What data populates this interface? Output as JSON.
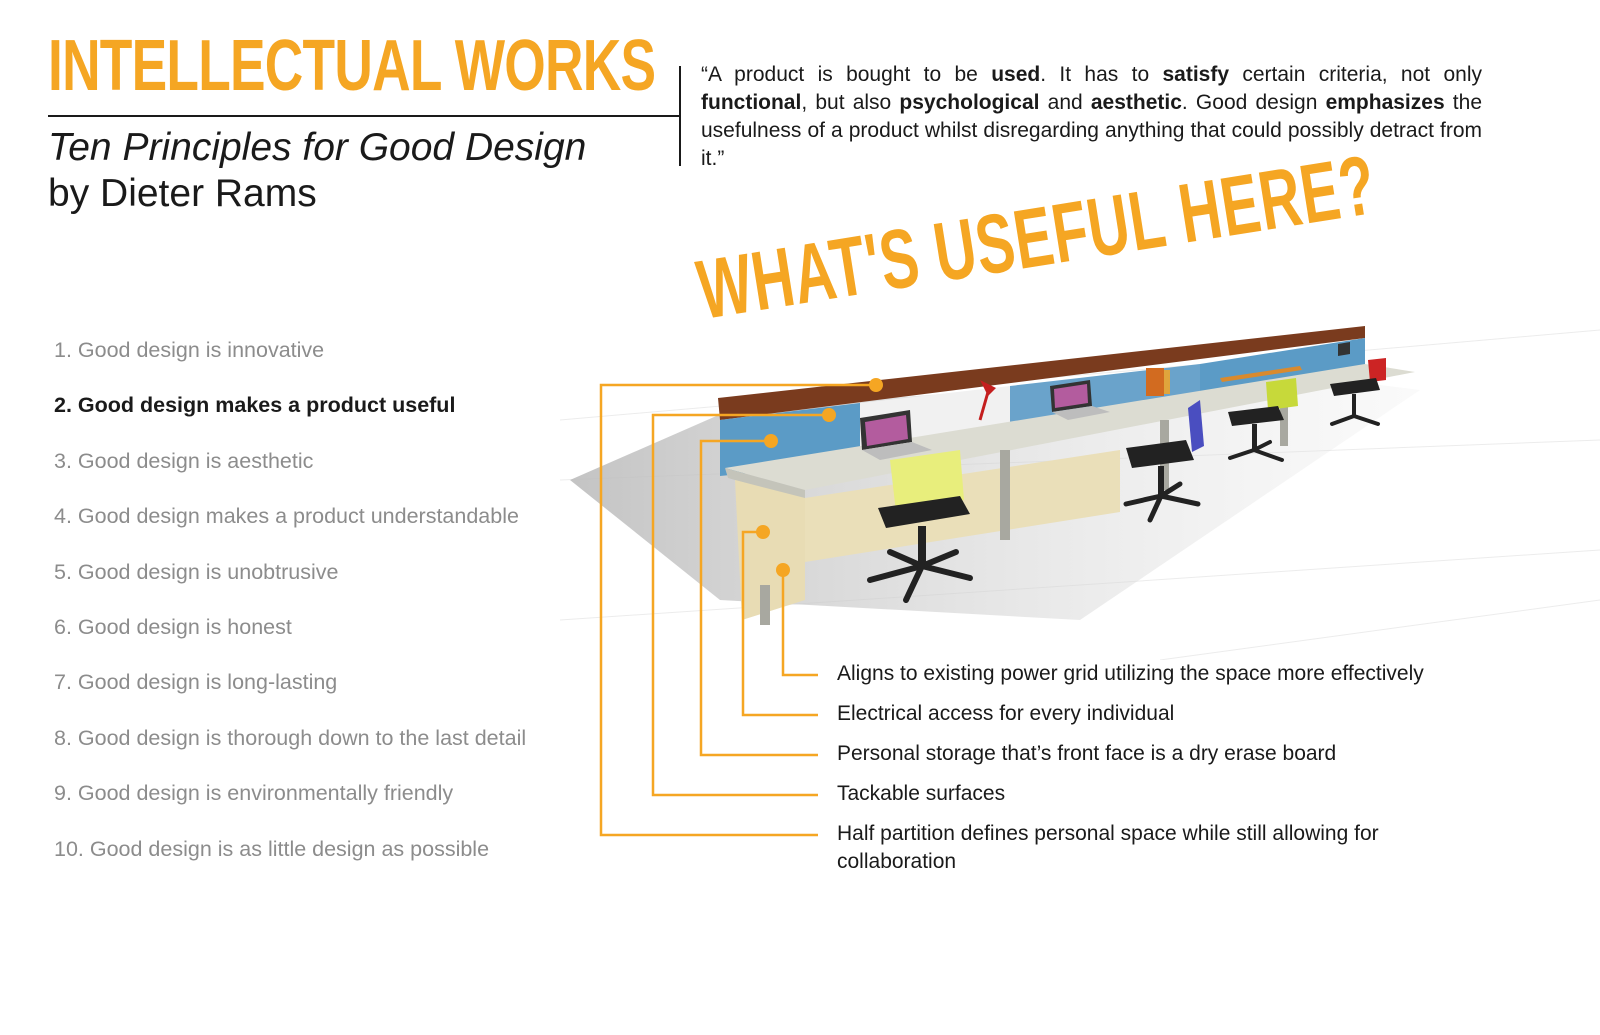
{
  "header": {
    "brand": "INTELLECTUAL WORKS",
    "subtitle": "Ten Principles for Good Design",
    "byline": "by Dieter Rams"
  },
  "quote": {
    "parts": [
      {
        "t": "“A product is bought to be "
      },
      {
        "t": "used",
        "b": true
      },
      {
        "t": ". It has to "
      },
      {
        "t": "satisfy",
        "b": true
      },
      {
        "t": " certain criteria, not only "
      },
      {
        "t": "functional",
        "b": true
      },
      {
        "t": ", but also "
      },
      {
        "t": "psychological",
        "b": true
      },
      {
        "t": " and "
      },
      {
        "t": "aesthetic",
        "b": true
      },
      {
        "t": ". Good design "
      },
      {
        "t": "emphasizes",
        "b": true
      },
      {
        "t": " the usefulness of a product whilst disregarding anything that could possibly detract from it.”"
      }
    ]
  },
  "principles": [
    "1. Good design is innovative",
    "2. Good design makes a product useful",
    "3. Good design is aesthetic",
    "4. Good design makes a product understandable",
    "5. Good design is unobtrusive",
    "6. Good design is honest",
    "7. Good design is long-lasting",
    "8. Good design is thorough down to the last detail",
    "9. Good design is environmentally friendly",
    "10. Good design is as little design as possible"
  ],
  "active_principle": 1,
  "headline": "WHAT'S USEFUL HERE?",
  "callouts": [
    "Aligns to existing power grid utilizing the space more effectively",
    "Electrical access for every individual",
    "Personal storage that’s front face is a dry erase board",
    "Tackable surfaces",
    "Half partition defines personal space while still allowing for collaboration"
  ],
  "colors": {
    "accent": "#f5a623",
    "text": "#1a1a1a",
    "muted": "#8c8c8c",
    "partition": "#5b9bc6",
    "wood": "#7a3b1e",
    "desk": "#dcdcd2",
    "panel": "#e8dcb4"
  }
}
